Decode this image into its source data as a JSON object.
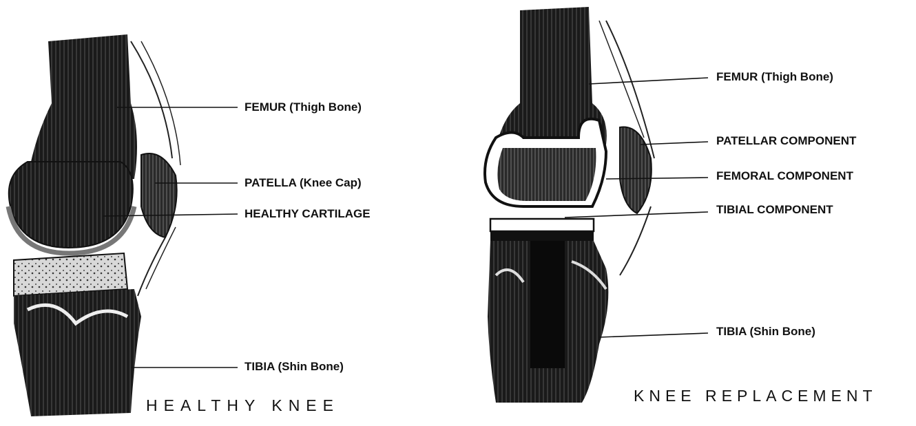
{
  "diagrams": [
    {
      "caption": "HEALTHY KNEE",
      "labels": [
        "FEMUR (Thigh Bone)",
        "PATELLA (Knee Cap)",
        "HEALTHY CARTILAGE",
        "TIBIA (Shin Bone)"
      ]
    },
    {
      "caption": "KNEE REPLACEMENT",
      "labels": [
        "FEMUR (Thigh Bone)",
        "PATELLAR COMPONENT",
        "FEMORAL COMPONENT",
        "TIBIAL COMPONENT",
        "TIBIA (Shin Bone)"
      ]
    }
  ],
  "colors": {
    "ink": "#111111",
    "paper": "#ffffff"
  }
}
